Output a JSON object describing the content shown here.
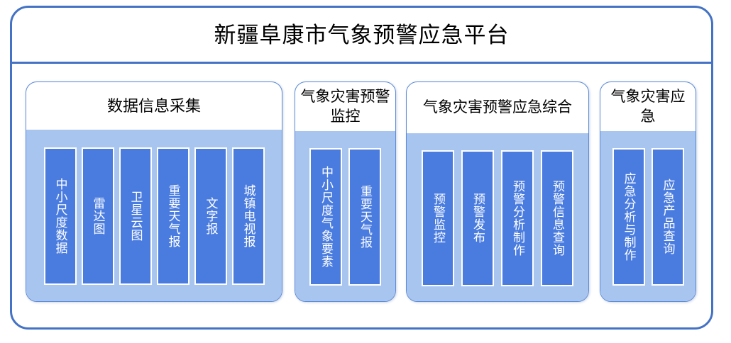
{
  "platform": {
    "title": "新疆阜康市气象预警应急平台",
    "border_color": "#4472C4",
    "panel_body_color": "#A8C5F0",
    "block_color": "#4A7CE0",
    "block_border_color": "#FFFFFF"
  },
  "panels": [
    {
      "header": "数据信息采集",
      "items": [
        {
          "label": "中小尺度数据"
        },
        {
          "label": "雷达图"
        },
        {
          "label": "卫星云图"
        },
        {
          "label": "重要天气报"
        },
        {
          "label": "文字报"
        },
        {
          "label": "城镇电视报"
        }
      ]
    },
    {
      "header": "气象灾害预警监控",
      "items": [
        {
          "label": "中小尺度气象要素"
        },
        {
          "label": "重要天气报"
        }
      ]
    },
    {
      "header": "气象灾害预警应急综合",
      "items": [
        {
          "label": "预警监控"
        },
        {
          "label": "预警发布"
        },
        {
          "label": "预警分析制作"
        },
        {
          "label": "预警信息查询"
        }
      ]
    },
    {
      "header": "气象灾害应急",
      "items": [
        {
          "label": "应急分析与制作"
        },
        {
          "label": "应急产品查询"
        }
      ]
    }
  ]
}
